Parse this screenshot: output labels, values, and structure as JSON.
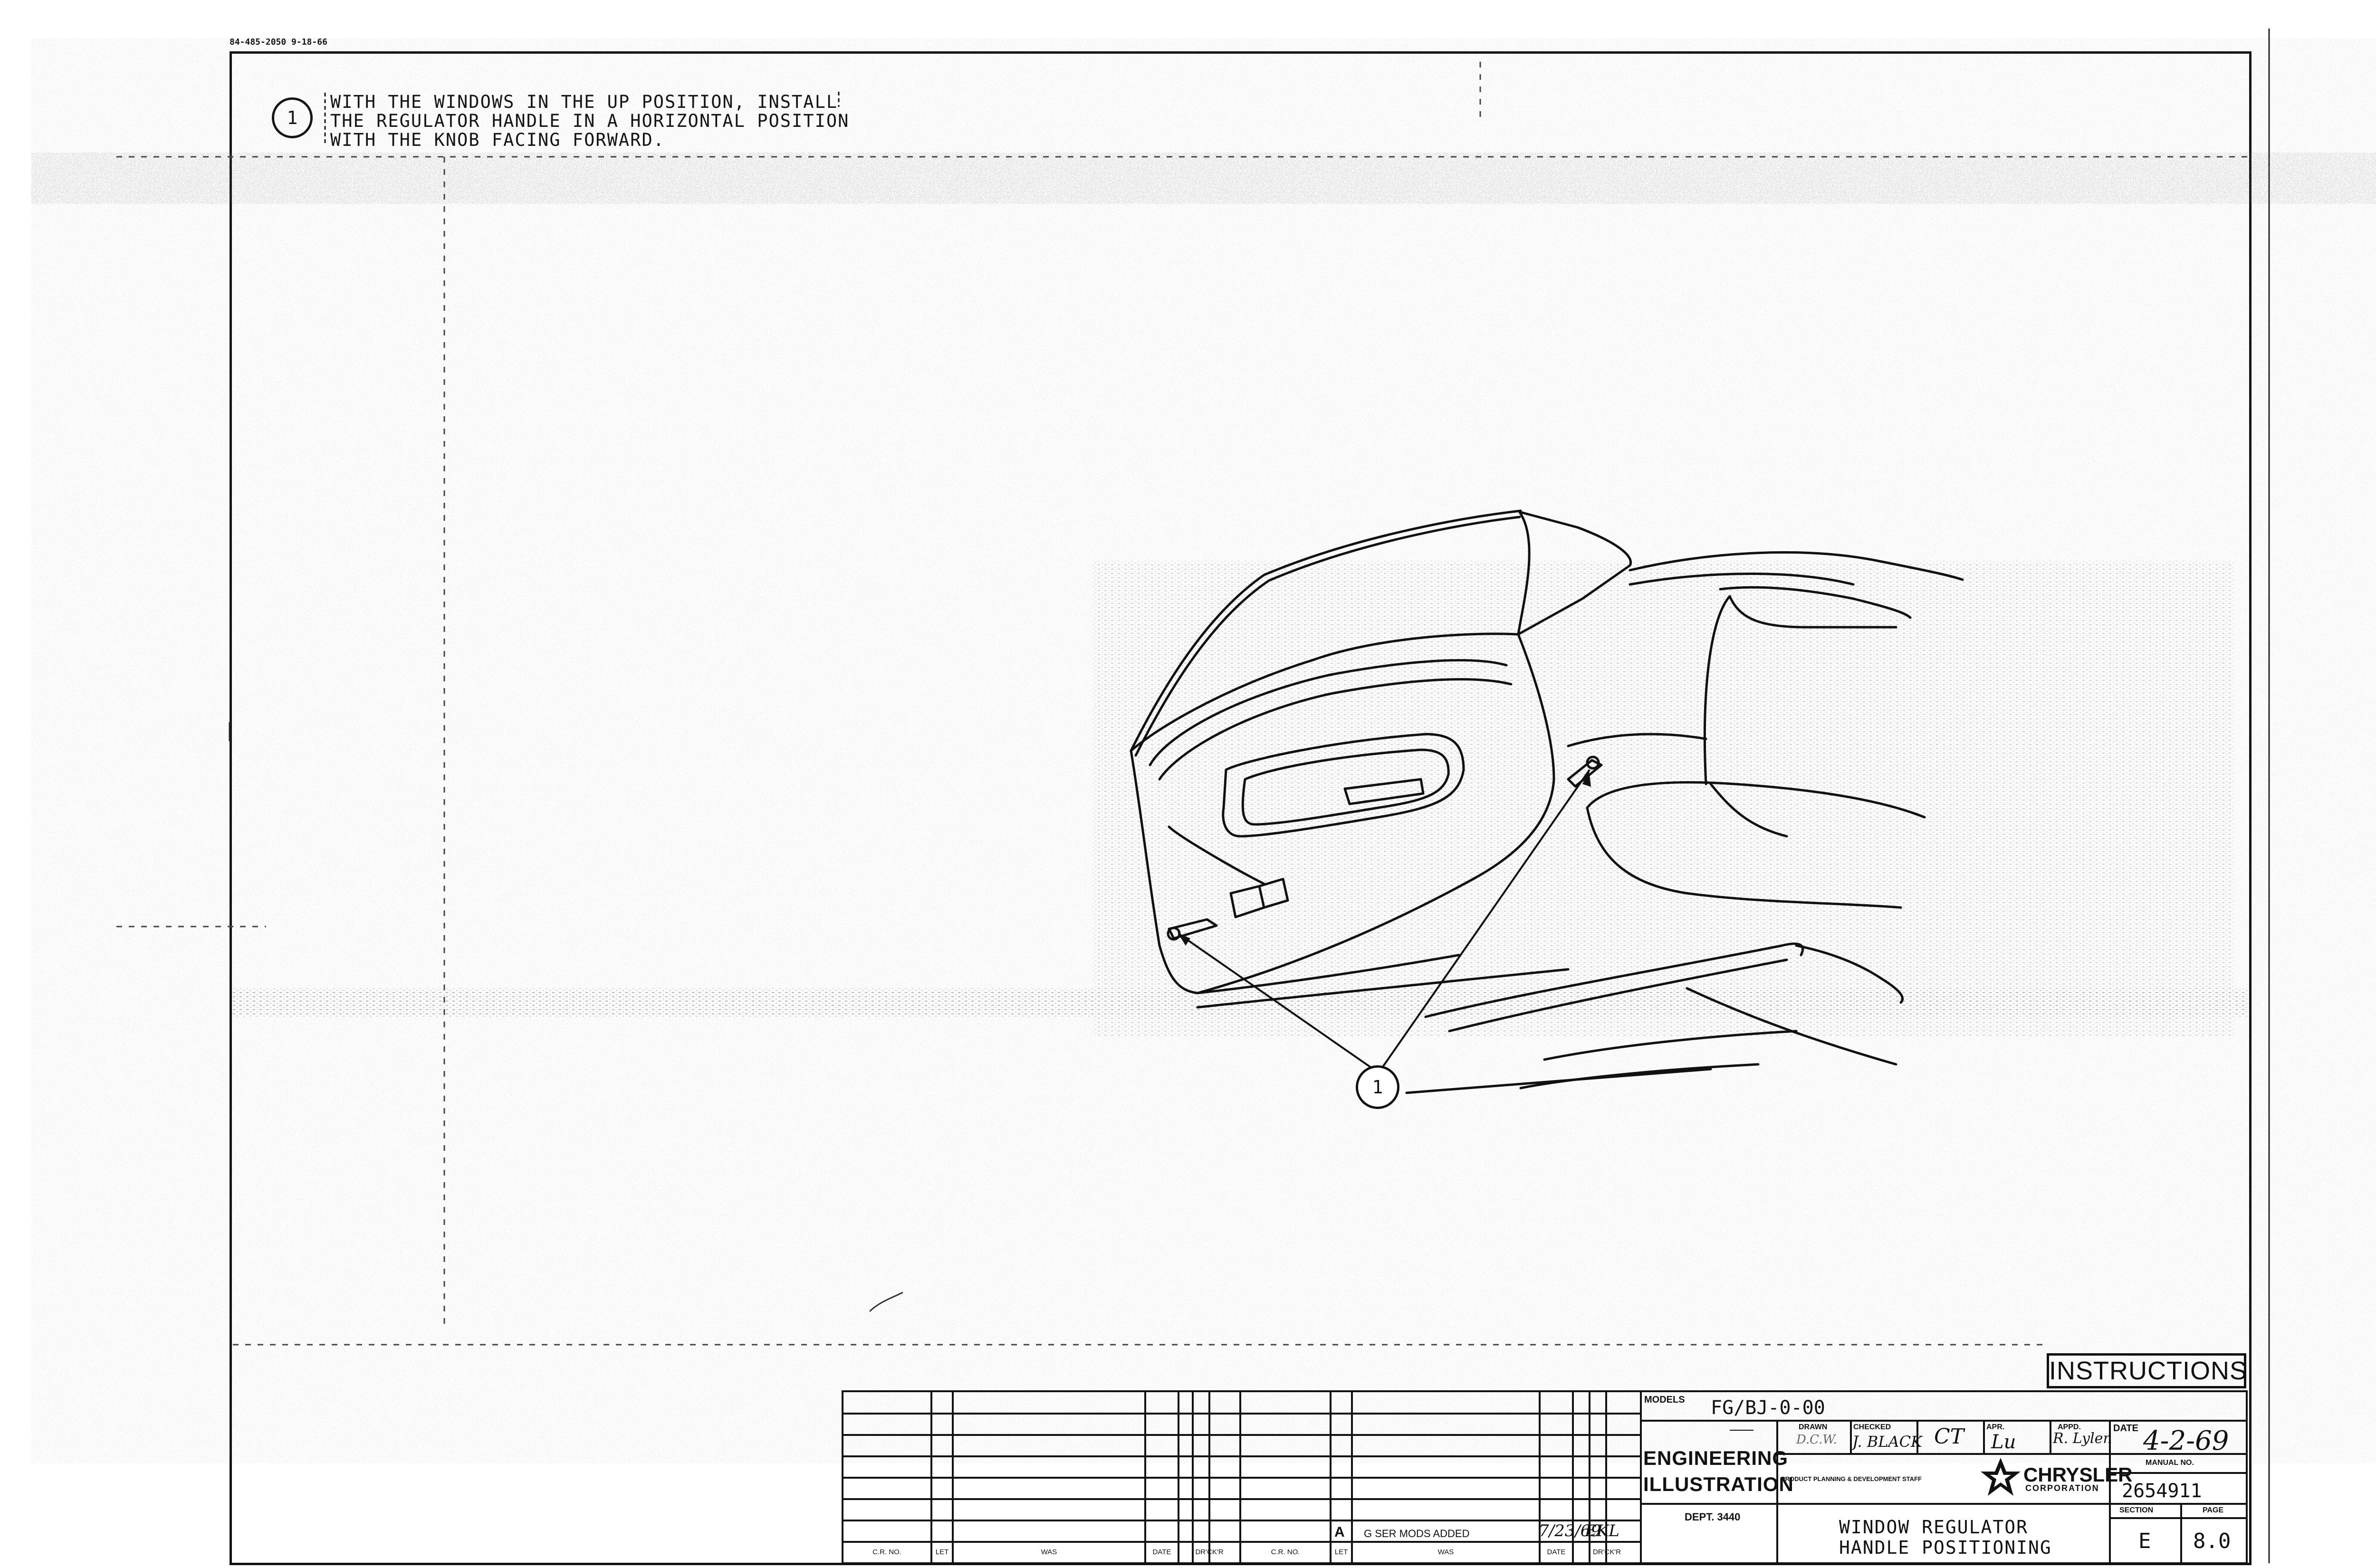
{
  "drawing_number": "84-485-2050 9-18-66",
  "note": {
    "number": "1",
    "text": "WITH THE WINDOWS IN THE UP POSITION, INSTALL\nTHE REGULATOR HANDLE IN A HORIZONTAL POSITION\nWITH THE KNOB FACING FORWARD."
  },
  "callout_number": "1",
  "badge": "INSTRUCTIONS",
  "title_block": {
    "models_label": "MODELS",
    "models_value": "FG/BJ-0-00",
    "department_line1": "ENGINEERING",
    "department_line2": "ILLUSTRATION",
    "dept_no": "DEPT. 3440",
    "drawn_label": "DRAWN",
    "drawn_value": "D.C.W.",
    "checked_label": "CHECKED",
    "checked_value": "J. BLACK",
    "checked_initials": "CT",
    "apr_label": "APR.",
    "apr_value": "Lu",
    "appd_label": "APPD.",
    "appd_value": "R. Lylen",
    "date_label": "DATE",
    "date_value": "4-2-69",
    "staff_label": "PRODUCT PLANNING & DEVELOPMENT STAFF",
    "company_name": "CHRYSLER",
    "company_sub": "CORPORATION",
    "manual_label": "MANUAL NO.",
    "manual_value": "2654911",
    "title_line1": "WINDOW REGULATOR",
    "title_line2": "HANDLE POSITIONING",
    "section_label": "SECTION",
    "section_value": "E",
    "page_label": "PAGE",
    "page_value": "8.0"
  },
  "revision_block": {
    "columns": [
      "C.R. NO.",
      "LET",
      "WAS",
      "DATE",
      "DR'CK'R",
      "C.R. NO.",
      "LET",
      "WAS",
      "DATE",
      "DR'CK'R"
    ],
    "entry": {
      "letter": "A",
      "text": "G SER MODS ADDED",
      "date": "7/23/69",
      "initials": "EKL"
    }
  },
  "colors": {
    "ink": "#111111",
    "paper": "#ffffff",
    "noise": "#6b6b6b"
  }
}
